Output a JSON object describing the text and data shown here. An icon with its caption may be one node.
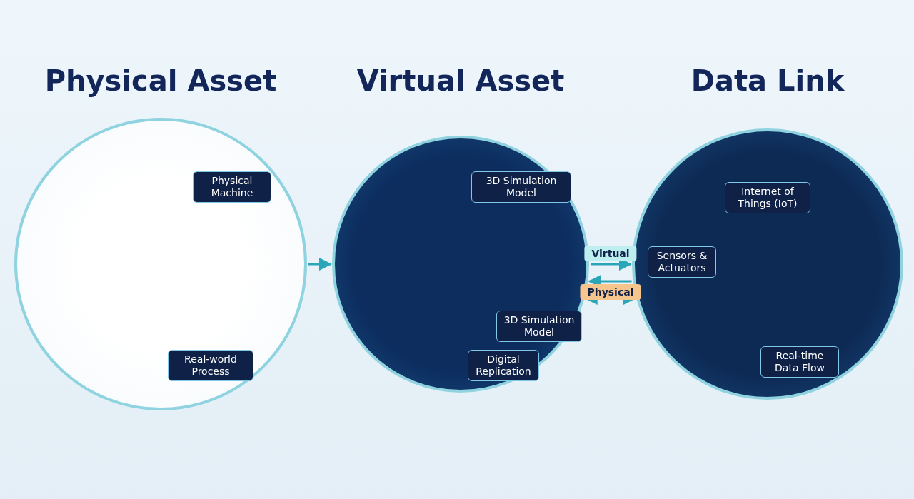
{
  "diagram": {
    "nodes": [
      {
        "text": [
          "Physical Asset"
        ]
      },
      {
        "text": [
          "Physical Machine"
        ],
        "in": 0
      },
      {
        "text": [
          "Real-world Process"
        ],
        "in": 0
      },
      {
        "text": [
          "Virtual Asset"
        ]
      },
      {
        "text": [
          "3D Simulation Model"
        ],
        "in": 3
      },
      {
        "text": [
          "3D Simulation Model"
        ],
        "in": 3
      },
      {
        "text": [
          "Digital Replication"
        ],
        "in": 3
      },
      {
        "text": [
          "Data Link"
        ]
      },
      {
        "text": [
          "Internet of Things (IoT)"
        ],
        "in": 7
      },
      {
        "text": [
          "Sensors & Actuators"
        ],
        "in": 7
      },
      {
        "text": [
          "Real-time Data Flow"
        ],
        "in": 7
      }
    ],
    "edges": [
      {
        "from": 0,
        "to": 3,
        "arrow": "to"
      },
      {
        "from": 3,
        "to": 7,
        "arrow": "to",
        "label": "Virtual"
      },
      {
        "from": 3,
        "to": 7,
        "arrow": "both"
      },
      {
        "from": 7,
        "to": 3,
        "arrow": "to",
        "label": "Physical"
      }
    ]
  }
}
